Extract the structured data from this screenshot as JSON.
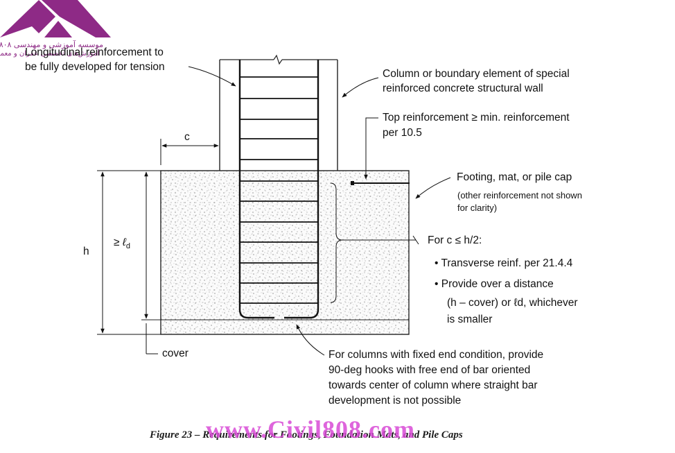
{
  "labels": {
    "longitudinal_1": "Longitudinal reinforcement to",
    "longitudinal_2": "be fully developed for tension",
    "column_1": "Column or boundary element of special",
    "column_2": "reinforced concrete structural wall",
    "top_1": "Top reinforcement ≥ min. reinforcement",
    "top_2": "per 10.5",
    "c": "c",
    "footing_1": "Footing, mat, or pile cap",
    "footing_2": "(other reinforcement not shown",
    "footing_3": "for clarity)",
    "h": "h",
    "ld_ge": "≥",
    "ld_l": "ℓ",
    "ld_d": "d",
    "cond": "For c ≤ h/2:",
    "bullet1": "Transverse reinf. per 21.4.4",
    "bullet2_1": "Provide over a distance",
    "bullet2_2": "(h – cover) or ℓd, whichever",
    "bullet2_3": "is smaller",
    "cover": "cover",
    "hooks_1": "For columns with fixed end condition, provide",
    "hooks_2": "90-deg hooks with free end of bar oriented",
    "hooks_3": "towards center of column where straight bar",
    "hooks_4": "development is not possible"
  },
  "caption": "Figure 23 – Requirements for Footings, Foundation Mats, and Pile Caps",
  "watermark": "www.Civil808.com",
  "logo": {
    "line1": "موسسه آموزشی و مهندسی ۸۰۸",
    "line2": "آموزش‌های تخصصی عمران و معماری"
  },
  "colors": {
    "brand": "#8e2a86",
    "watermark": "#d94bd6"
  }
}
